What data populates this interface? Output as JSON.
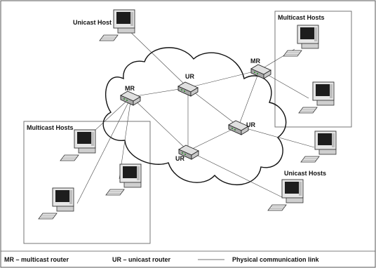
{
  "diagram": {
    "labels": {
      "unicast_host_top": "Unicast Host",
      "multicast_hosts_right": "Multicast Hosts",
      "multicast_hosts_left": "Multicast Hosts",
      "unicast_hosts_right": "Unicast Hosts",
      "mr_left": "MR",
      "mr_right": "MR",
      "ur_top": "UR",
      "ur_right": "UR",
      "ur_bottom": "UR"
    },
    "legend": {
      "mr": "MR – multicast router",
      "ur": "UR – unicast router",
      "link": "Physical communication link"
    }
  }
}
